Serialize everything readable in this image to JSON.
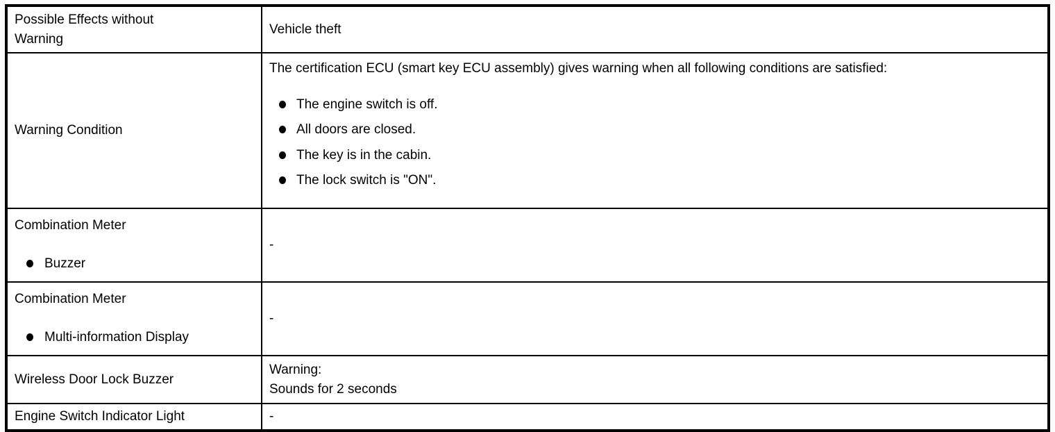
{
  "table": {
    "rows": [
      {
        "label": "Possible Effects without\nWarning",
        "value": "Vehicle theft"
      },
      {
        "label": "Warning Condition",
        "value_intro": "The certification ECU (smart key ECU assembly) gives warning when all following conditions are satisfied:",
        "value_bullets": [
          "The engine switch is off.",
          "All doors are closed.",
          "The key is in the cabin.",
          "The lock switch is \"ON\"."
        ]
      },
      {
        "label": "Combination Meter",
        "label_bullet": "Buzzer",
        "value": "-"
      },
      {
        "label": "Combination Meter",
        "label_bullet": "Multi-information Display",
        "value": "-"
      },
      {
        "label": "Wireless Door Lock Buzzer",
        "value": "Warning:\nSounds for 2 seconds"
      },
      {
        "label": "Engine Switch Indicator Light",
        "value": "-"
      }
    ]
  }
}
